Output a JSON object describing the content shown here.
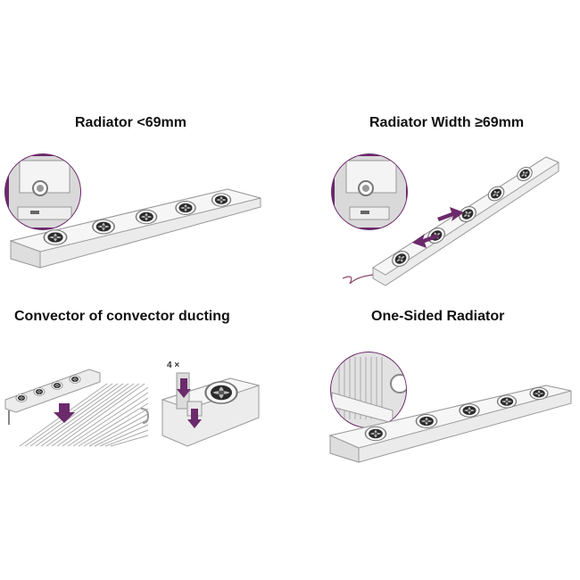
{
  "panels": [
    {
      "title": "Radiator <69mm"
    },
    {
      "title": "Radiator Width ≥69mm"
    },
    {
      "title": "Convector of convector ducting",
      "count_label": "4 ×"
    },
    {
      "title": "One-Sided Radiator"
    }
  ],
  "colors": {
    "accent": "#6b2a6b",
    "device": "#eeeeee",
    "outline": "#9a9a9a"
  },
  "icon_names": [
    "fan-icon",
    "arrow-down-icon",
    "swap-arrows-icon"
  ]
}
